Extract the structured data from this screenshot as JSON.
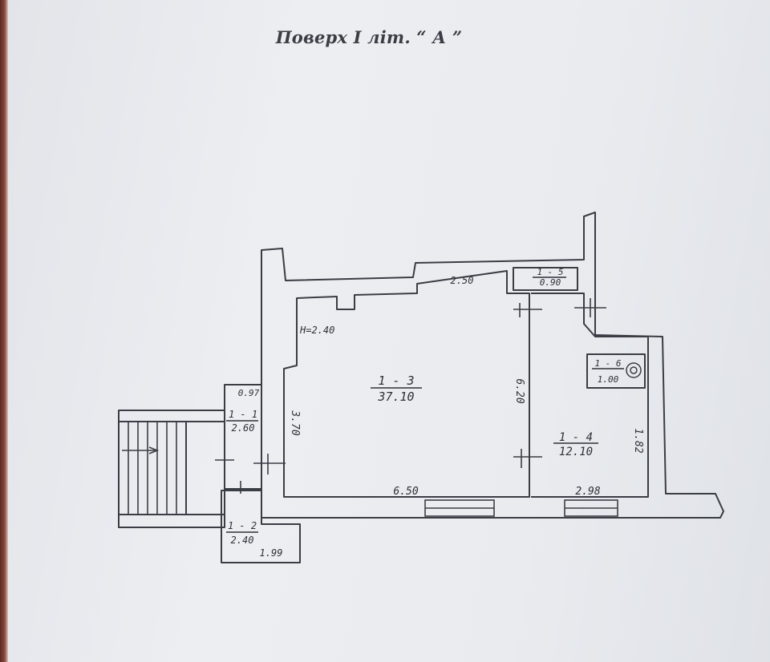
{
  "title": "Поверх I літ. “ А ”",
  "rooms": {
    "r13": {
      "number": "1 - 3",
      "area": "37.10"
    },
    "r14": {
      "number": "1 - 4",
      "area": "12.10"
    },
    "r15": {
      "number": "1 - 5",
      "area": "0.90"
    },
    "r16": {
      "number": "1 - 6",
      "area": "1.00"
    },
    "r17": {
      "number": "1 - 1",
      "area": "2.60"
    },
    "r12": {
      "number": "1 - 2",
      "area": "2.40"
    }
  },
  "height_label": "H=2.40",
  "dims": {
    "top_main": "2.50",
    "bottom_main": "6.50",
    "left_main": "3.70",
    "right_main": "6.20",
    "bottom_r14": "2.98",
    "right_r14": "1.82",
    "top_r11": "0.97",
    "bottom_r12": "1.99"
  }
}
